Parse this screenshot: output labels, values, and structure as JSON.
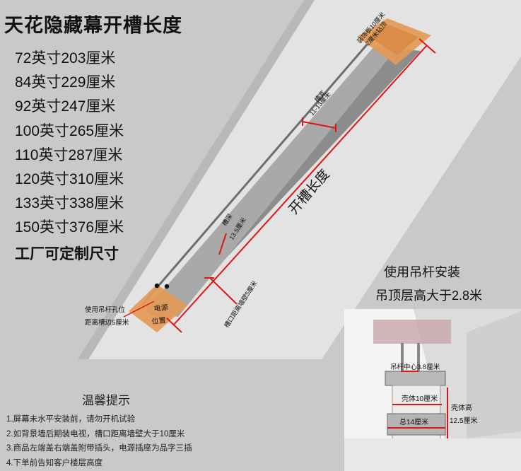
{
  "title": "天花隐藏幕开槽长度",
  "sizes": [
    "72英寸203厘米",
    "84英寸229厘米",
    "92英寸247厘米",
    "100英寸265厘米",
    "110英寸287厘米",
    "120英寸310厘米",
    "133英寸338厘米",
    "150英寸376厘米"
  ],
  "custom_note": "工厂可定制尺寸",
  "diagram": {
    "top_pad_label_1": "装饰板10厘米",
    "top_pad_label_2": "2厘米钻顶",
    "slot_width_label": "槽宽",
    "slot_width_value": "11-13厘米",
    "slot_length_label": "开槽长度",
    "slot_depth_label": "槽深",
    "slot_depth_value": "13.5厘米",
    "wall_distance_label": "槽口距离墙壁5厘米",
    "hanger_hole_label": "使用吊杆孔位",
    "hanger_hole_dist": "距离槽边5厘米",
    "power_label_1": "电源",
    "power_label_2": "位置"
  },
  "install": {
    "title": "使用吊杆安装",
    "ceiling_height": "吊顶层高大于2.8米",
    "center_label": "吊杆中心3.8厘米",
    "shell_width": "壳体10厘米",
    "shell_height_1": "壳体高",
    "shell_height_2": "12.5厘米",
    "total_width": "总14厘米"
  },
  "tips": {
    "title": "温馨提示",
    "items": [
      "1.屏幕未水平安装前，请勿开机试验",
      "2.如背景墙后期装电视，槽口距离墙壁大于10厘米",
      "3.商品左端盖右端盖附带插头，电源插座为品字三插",
      "4.下单前告知客户楼层高度"
    ]
  },
  "colors": {
    "accent_red": "#e01616",
    "pad_orange": "#e49a55",
    "background": "#c9c9c9"
  }
}
